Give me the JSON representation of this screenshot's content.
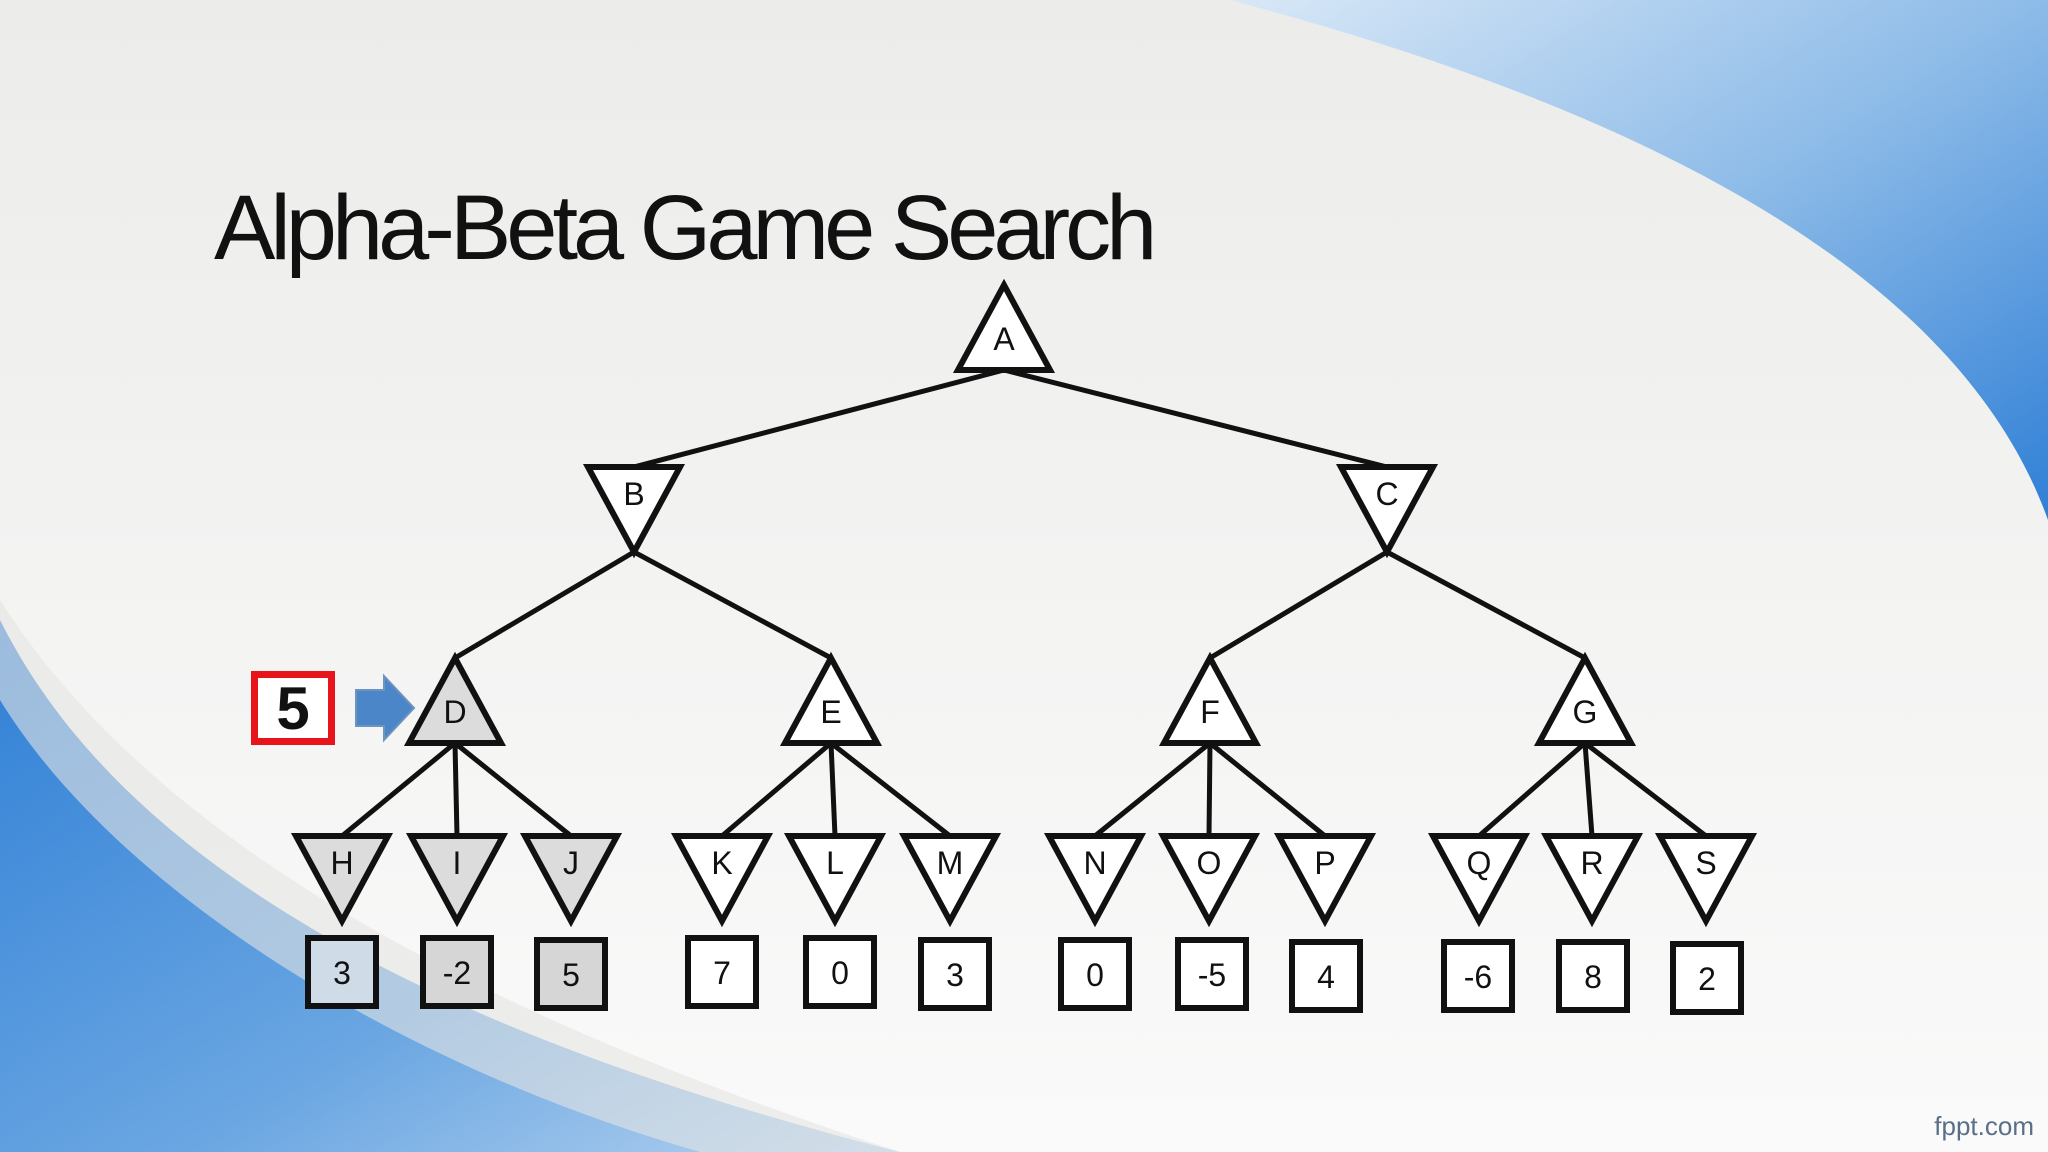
{
  "slide": {
    "title": "Alpha-Beta Game Search",
    "footer": "fppt.com",
    "current_value": "5",
    "arrow_icon": "right-arrow-icon",
    "colors": {
      "highlight_border": "#e8141c",
      "arrow": "#4a86c8",
      "accent_blue": "#2f7fd6"
    }
  },
  "tree": {
    "root": "A",
    "edges": [
      [
        "A",
        "B"
      ],
      [
        "A",
        "C"
      ],
      [
        "B",
        "D"
      ],
      [
        "B",
        "E"
      ],
      [
        "C",
        "F"
      ],
      [
        "C",
        "G"
      ],
      [
        "D",
        "H"
      ],
      [
        "D",
        "I"
      ],
      [
        "D",
        "J"
      ],
      [
        "E",
        "K"
      ],
      [
        "E",
        "L"
      ],
      [
        "E",
        "M"
      ],
      [
        "F",
        "N"
      ],
      [
        "F",
        "O"
      ],
      [
        "F",
        "P"
      ],
      [
        "G",
        "Q"
      ],
      [
        "G",
        "R"
      ],
      [
        "G",
        "S"
      ]
    ],
    "max_nodes": [
      "A",
      "D",
      "E",
      "F",
      "G"
    ],
    "min_nodes": [
      "B",
      "C",
      "H",
      "I",
      "J",
      "K",
      "L",
      "M",
      "N",
      "O",
      "P",
      "Q",
      "R",
      "S"
    ],
    "leaves": [
      {
        "parent": "H",
        "value": "3"
      },
      {
        "parent": "I",
        "value": "-2"
      },
      {
        "parent": "J",
        "value": "5"
      },
      {
        "parent": "K",
        "value": "7"
      },
      {
        "parent": "L",
        "value": "0"
      },
      {
        "parent": "M",
        "value": "3"
      },
      {
        "parent": "N",
        "value": "0"
      },
      {
        "parent": "O",
        "value": "-5"
      },
      {
        "parent": "P",
        "value": "4"
      },
      {
        "parent": "Q",
        "value": "-6"
      },
      {
        "parent": "R",
        "value": "8"
      },
      {
        "parent": "S",
        "value": "2"
      }
    ],
    "shaded_nodes": [
      "D",
      "H",
      "I",
      "J"
    ],
    "shaded_leaves": [
      "3",
      "-2",
      "5"
    ]
  }
}
